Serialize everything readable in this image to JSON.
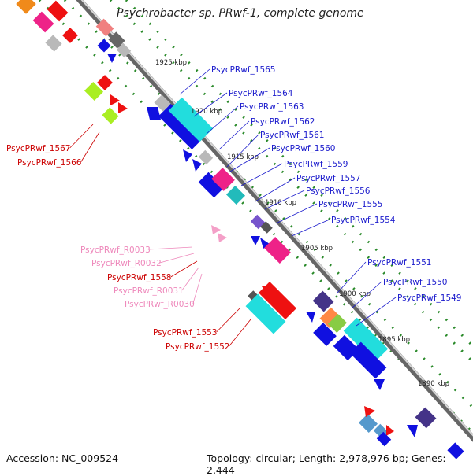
{
  "title": "Psychrobacter sp. PRwf-1, complete genome",
  "footer": {
    "accession": "Accession: NC_009524",
    "summary": "Topology: circular; Length: 2,978,976 bp; Genes: 2,444"
  },
  "ticks": [
    "1925 kbp",
    "1920 kbp",
    "1915 kbp",
    "1910 kbp",
    "1905 kbp",
    "1900 kbp",
    "1895 kbp",
    "1890 kbp"
  ],
  "labels_right": [
    "PsycPRwf_1565",
    "PsycPRwf_1564",
    "PsycPRwf_1563",
    "PsycPRwf_1562",
    "PsycPRwf_1561",
    "PsycPRwf_1560",
    "PsycPRwf_1559",
    "PsycPRwf_1557",
    "PsycPRwf_1556",
    "PsycPRwf_1555",
    "PsycPRwf_1554",
    "PsycPRwf_1551",
    "PsycPRwf_1550",
    "PsycPRwf_1549"
  ],
  "labels_left": [
    "PsycPRwf_1567",
    "PsycPRwf_1566",
    "PsycPRwf_R0033",
    "PsycPRwf_R0032",
    "PsycPRwf_1558",
    "PsycPRwf_R0031",
    "PsycPRwf_R0030",
    "PsycPRwf_1553",
    "PsycPRwf_1552"
  ],
  "colors": {
    "forward_label": "#1a1acc",
    "reverse_label": "#cc0000",
    "rna_label": "#ee88bb",
    "cds": "#1010e0",
    "cyan": "#22dddd",
    "magenta": "#ee2288",
    "red": "#ee1111",
    "gray": "#aaaaaa",
    "dashes": "#2a8a2a",
    "backbone": "#666666"
  }
}
